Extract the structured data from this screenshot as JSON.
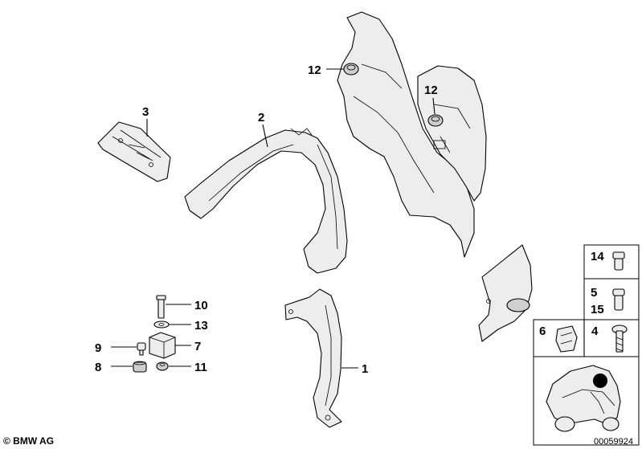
{
  "callouts": {
    "c1": "1",
    "c2": "2",
    "c3": "3",
    "c4": "4",
    "c5": "5",
    "c6": "6",
    "c7": "7",
    "c8": "8",
    "c9": "9",
    "c10": "10",
    "c11": "11",
    "c12a": "12",
    "c12b": "12",
    "c13": "13",
    "c14": "14",
    "c15": "15"
  },
  "footer": {
    "copyright": "© BMW AG",
    "diagram_number": "00059924"
  }
}
